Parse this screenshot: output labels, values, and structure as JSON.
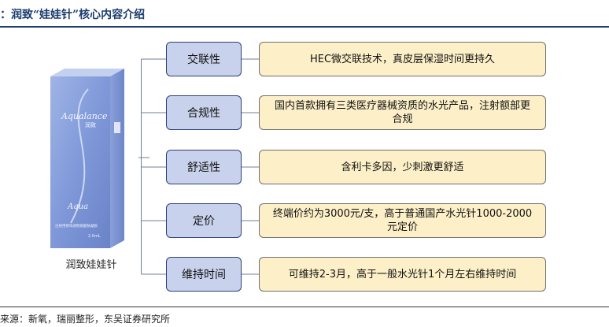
{
  "header": {
    "title": "：润致“娃娃针”核心内容介绍"
  },
  "product": {
    "caption": "润致娃娃针",
    "brand_script": "Aqualance",
    "brand_cn": "润致",
    "small_script": "Aqua",
    "fine_print": "注射用修饰透明质酸钠凝胶",
    "volume": "2.0mL"
  },
  "features": [
    {
      "label": "交联性",
      "description": "HEC微交联技术，真皮层保湿时间更持久"
    },
    {
      "label": "合规性",
      "description": "国内首款拥有三类医疗器械资质的水光产品，注射额部更合规"
    },
    {
      "label": "舒适性",
      "description": "含利卡多因，少刺激更舒适"
    },
    {
      "label": "定价",
      "description": "终端价约为3000元/支，高于普通国产水光针1000-2000元定价"
    },
    {
      "label": "维持时间",
      "description": "可维持2-3月，高于一般水光针1个月左右维持时间"
    }
  ],
  "footer": {
    "source": "来源：新氧，瑞丽整形，东吴证券研究所"
  },
  "colors": {
    "title": "#1c3c6e",
    "feature_fill": "#c9d2ec",
    "feature_border": "#2d3f78",
    "desc_fill": "#fdf0c8",
    "connector": "#6f7f9a"
  }
}
